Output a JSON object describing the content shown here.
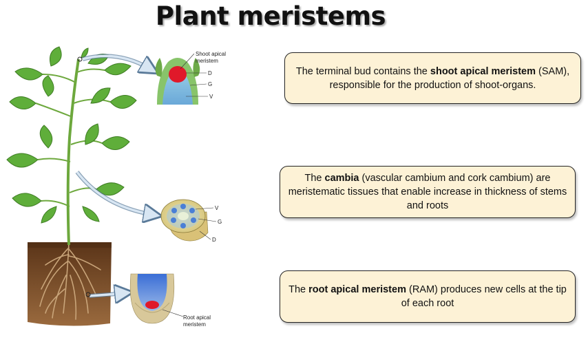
{
  "title": "Plant meristems",
  "boxes": [
    {
      "pre": "The terminal bud contains the ",
      "bold": "shoot apical meristem",
      "post": " (SAM), responsible for the production of shoot-organs."
    },
    {
      "pre": "The ",
      "bold": "cambia",
      "post": " (vascular cambium and cork cambium) are meristematic tissues that enable increase in thickness of stems and roots"
    },
    {
      "pre": "The ",
      "bold": "root apical meristem",
      "post": " (RAM) produces new cells at the tip of each root"
    }
  ],
  "labels": {
    "shoot_apical": [
      "Shoot apical",
      "meristem"
    ],
    "root_apical": [
      "Root apical",
      "meristem"
    ],
    "d": "D",
    "g": "G",
    "v": "V"
  },
  "colors": {
    "box_fill": "#fdf2d6",
    "leaf": "#5fae3a",
    "soil": "#7a4a26",
    "meristem_red": "#e0192a",
    "vascular_blue": "#4a7fd6"
  }
}
